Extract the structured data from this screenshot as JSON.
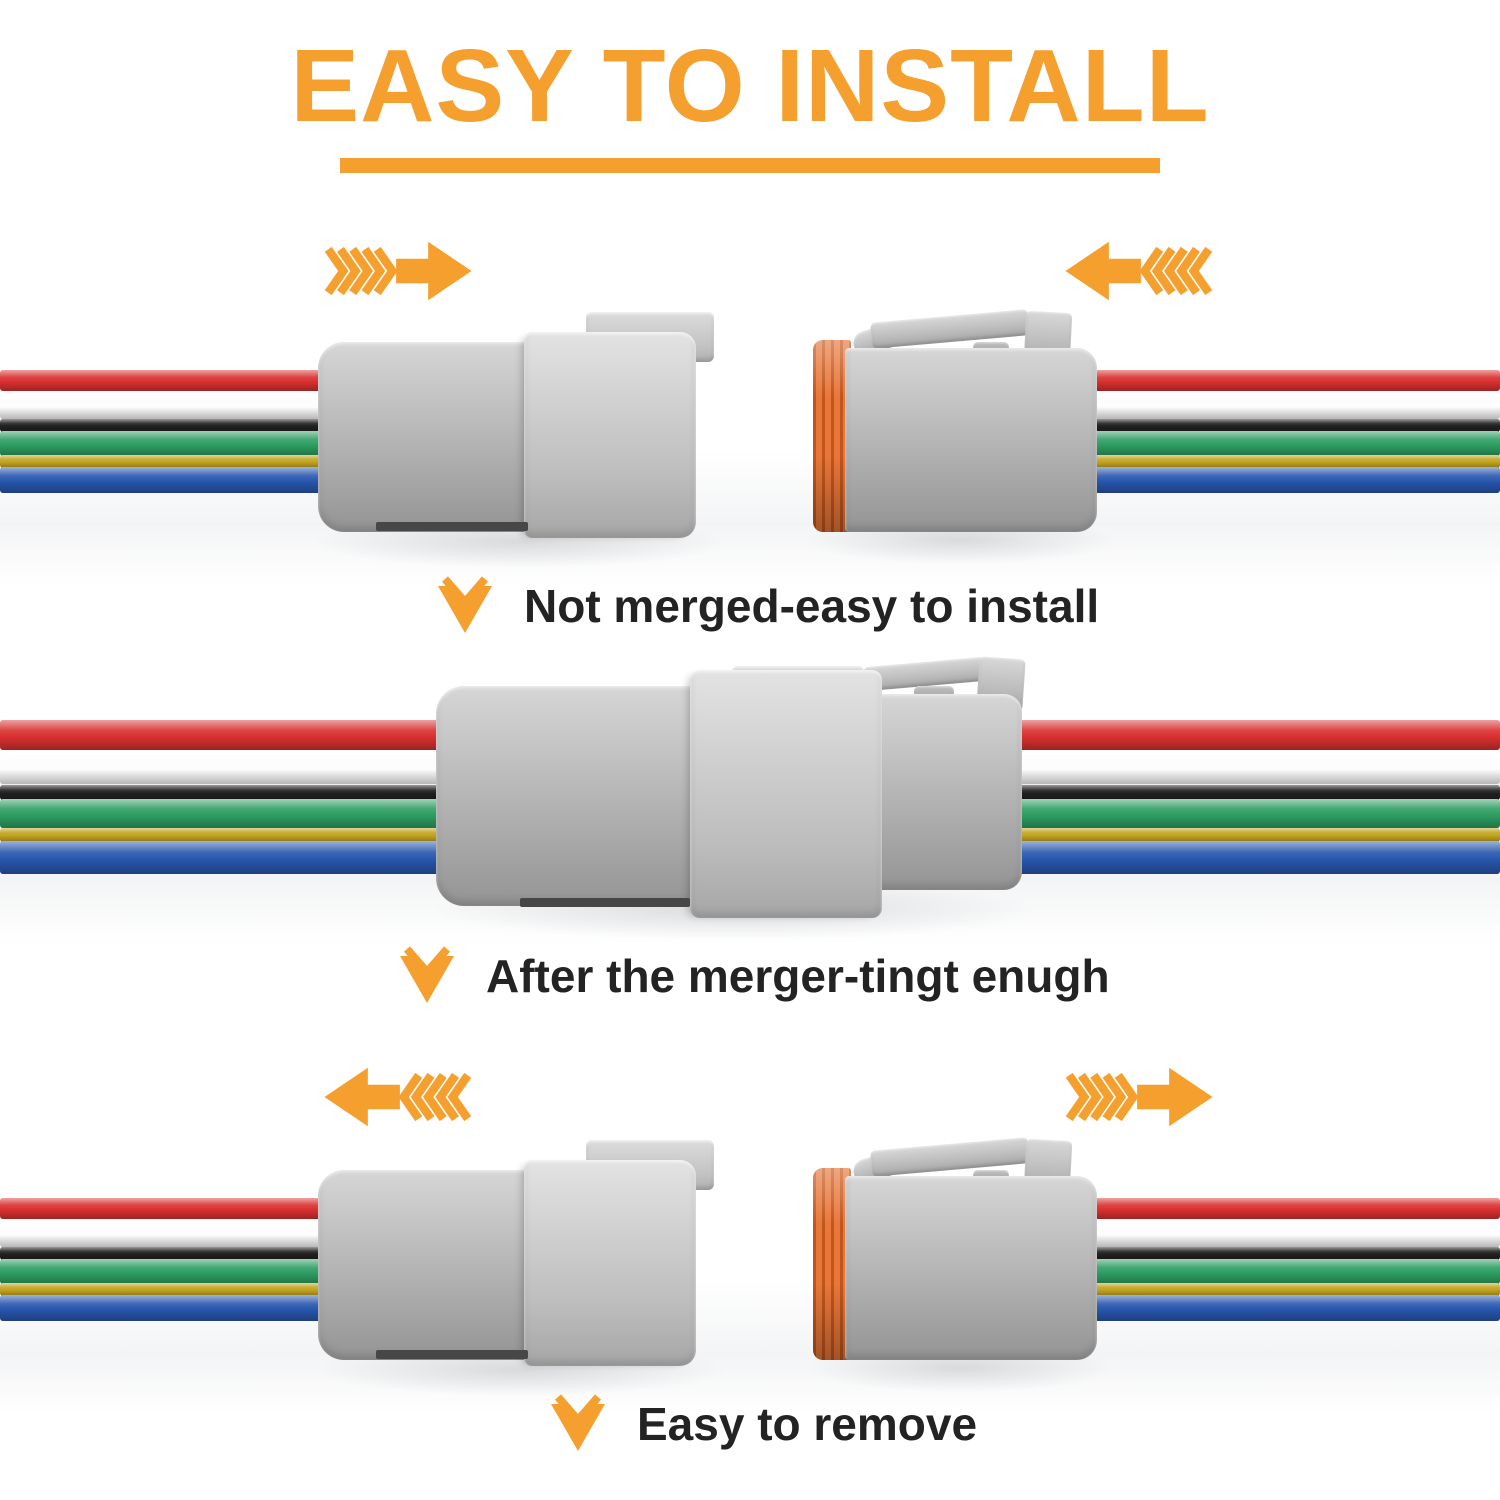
{
  "title": "EASY TO INSTALL",
  "steps": [
    {
      "id": "not-merged",
      "caption": "Not merged-easy to install",
      "arrow_direction": "inward"
    },
    {
      "id": "merged",
      "caption": "After the merger-tingt enugh",
      "arrow_direction": "none"
    },
    {
      "id": "remove",
      "caption": "Easy to remove",
      "arrow_direction": "outward"
    }
  ],
  "wire_order_top_to_bottom": [
    "red",
    "white",
    "black",
    "green",
    "yellow",
    "blue"
  ],
  "icons": [
    "arrow-right-icon",
    "arrow-left-icon",
    "chevron-double-down-icon"
  ],
  "colors": {
    "accent": "#F5A02E",
    "caption-text": "#232323",
    "connector-gray": "#BDBDBD",
    "seal": "#E8773B",
    "seal-dark": "#C2551A",
    "wire-red": "#DA3030",
    "wire-white": "#FDFDFD",
    "wire-black": "#202020",
    "wire-green": "#2E9E62",
    "wire-yellow": "#C1A31F",
    "wire-blue": "#2857AE"
  }
}
